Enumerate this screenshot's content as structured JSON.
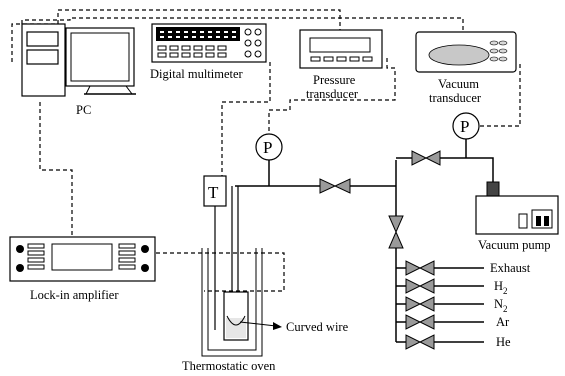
{
  "labels": {
    "pc": "PC",
    "digital_multimeter": "Digital multimeter",
    "pressure_transducer_l1": "Pressure",
    "pressure_transducer_l2": "transducer",
    "vacuum_transducer_l1": "Vacuum",
    "vacuum_transducer_l2": "transducer",
    "lockin_amplifier": "Lock-in amplifier",
    "thermostatic_oven": "Thermostatic oven",
    "curved_wire": "Curved wire",
    "vacuum_pump": "Vacuum pump",
    "thermocouple_symbol": "T",
    "pressure_symbol_1": "P",
    "pressure_symbol_2": "P"
  },
  "gas_lines": {
    "exhaust": "Exhaust",
    "h2_base": "H",
    "h2_sub": "2",
    "n2_base": "N",
    "n2_sub": "2",
    "ar": "Ar",
    "he": "He"
  }
}
